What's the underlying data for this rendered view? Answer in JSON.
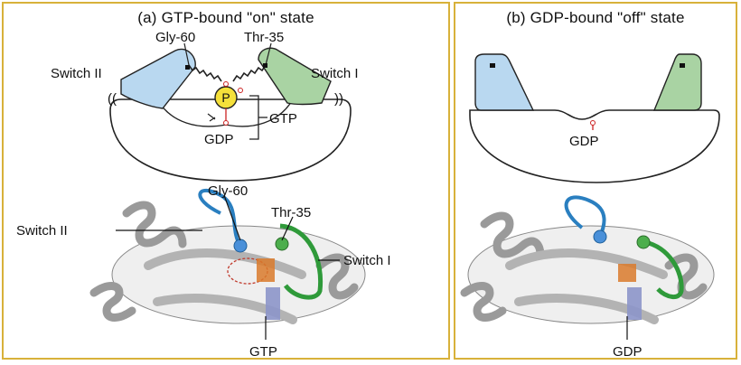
{
  "panel_a": {
    "title": "(a) GTP-bound \"on\" state",
    "schematic": {
      "gly60": "Gly-60",
      "thr35": "Thr-35",
      "switch2": "Switch II",
      "switch1": "Switch I",
      "p": "P",
      "gtp": "GTP",
      "gdp": "GDP"
    },
    "structure": {
      "gly60": "Gly-60",
      "thr35": "Thr-35",
      "switch2": "Switch II",
      "switch1": "Switch I",
      "nucleotide": "GTP"
    }
  },
  "panel_b": {
    "title": "(b) GDP-bound \"off\" state",
    "schematic": {
      "gdp": "GDP"
    },
    "structure": {
      "nucleotide": "GDP"
    }
  },
  "colors": {
    "border": "#d8b13a",
    "switch2": "#b9d8f0",
    "switch1": "#a9d3a3",
    "phosphate": "#f5e03a",
    "loop_blue": "#2a7fc0",
    "loop_green": "#2f9a3a",
    "protein": "#c9c9c9"
  }
}
